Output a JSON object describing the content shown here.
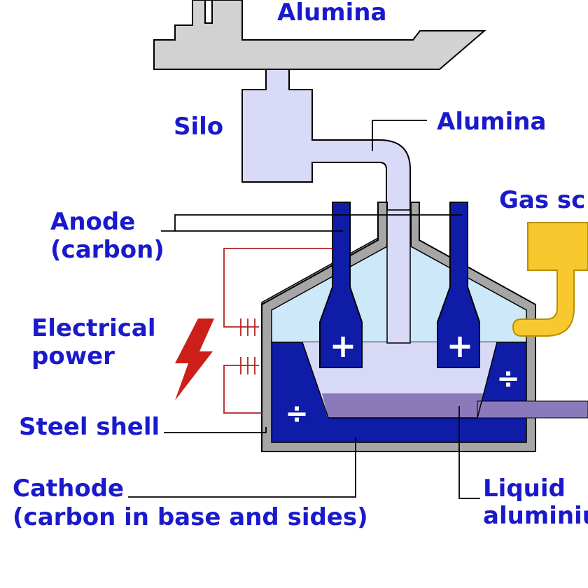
{
  "labels": {
    "alumina_top": "Alumina",
    "silo": "Silo",
    "alumina_feed": "Alumina",
    "gas_scrubber": "Gas sc",
    "anode_line1": "Anode",
    "anode_line2": "(carbon)",
    "power_line1": "Electrical",
    "power_line2": "power",
    "steel_shell": "Steel shell",
    "cathode_line1": "Cathode",
    "cathode_line2": "(carbon in base and sides)",
    "liquid_line1": "Liquid",
    "liquid_line2": "aluminiu"
  },
  "symbols": {
    "anode_plus": "+",
    "cathode_minus": "÷"
  },
  "colors": {
    "label_text": "#1a1acc",
    "silo_fill": "#d9daf7",
    "crane_fill": "#d2d2d2",
    "shell_fill": "#a6a6a6",
    "hood_fill": "#cde8f8",
    "cathode_fill": "#0e1ca8",
    "anode_fill": "#0e1ca8",
    "electrolyte_fill": "#d8d9f7",
    "liquid_metal_fill": "#8b7ab9",
    "gas_duct_fill": "#f8c92e",
    "power_wire": "#b22222",
    "lightning": "#cc1f1a"
  },
  "icons": {
    "power": "lightning-bolt-icon"
  }
}
